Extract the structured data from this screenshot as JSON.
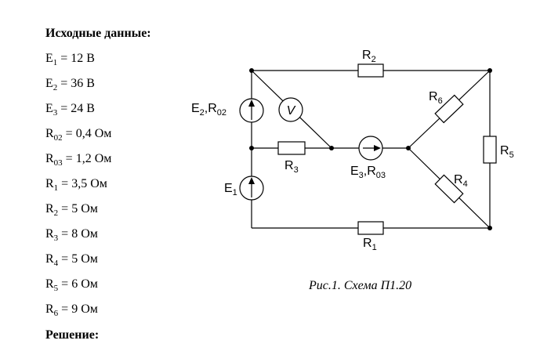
{
  "given": {
    "title": "Исходные данные:",
    "items": [
      {
        "sym": "E",
        "sub": "1",
        "rest": " = 12 В"
      },
      {
        "sym": "E",
        "sub": "2",
        "rest": " = 36 В"
      },
      {
        "sym": "E",
        "sub": "3",
        "rest": " = 24 В"
      },
      {
        "sym": "R",
        "sub": "02",
        "rest": " = 0,4 Ом"
      },
      {
        "sym": "R",
        "sub": "03",
        "rest": " = 1,2 Ом"
      },
      {
        "sym": "R",
        "sub": "1",
        "rest": " = 3,5 Ом"
      },
      {
        "sym": "R",
        "sub": "2",
        "rest": " = 5 Ом"
      },
      {
        "sym": "R",
        "sub": "3",
        "rest": " = 8 Ом"
      },
      {
        "sym": "R",
        "sub": "4",
        "rest": " = 5 Ом"
      },
      {
        "sym": "R",
        "sub": "5",
        "rest": " = 6 Ом"
      },
      {
        "sym": "R",
        "sub": "6",
        "rest": " = 9 Ом"
      }
    ]
  },
  "solution_label": "Решение:",
  "circuit": {
    "caption": "Рис.1. Схема П1.20",
    "labels": {
      "r2": {
        "main": "R",
        "sub": "2"
      },
      "r6": {
        "main": "R",
        "sub": "6"
      },
      "r5": {
        "main": "R",
        "sub": "5"
      },
      "r4": {
        "main": "R",
        "sub": "4"
      },
      "r3": {
        "main": "R",
        "sub": "3"
      },
      "r1": {
        "main": "R",
        "sub": "1"
      },
      "e2": {
        "main": "E",
        "sub": "2",
        "main2": ",R",
        "sub2": "02"
      },
      "e3": {
        "main": "E",
        "sub": "3",
        "main2": ",R",
        "sub2": "03"
      },
      "e1": {
        "main": "E",
        "sub": "1"
      },
      "voltmeter": "V"
    }
  }
}
